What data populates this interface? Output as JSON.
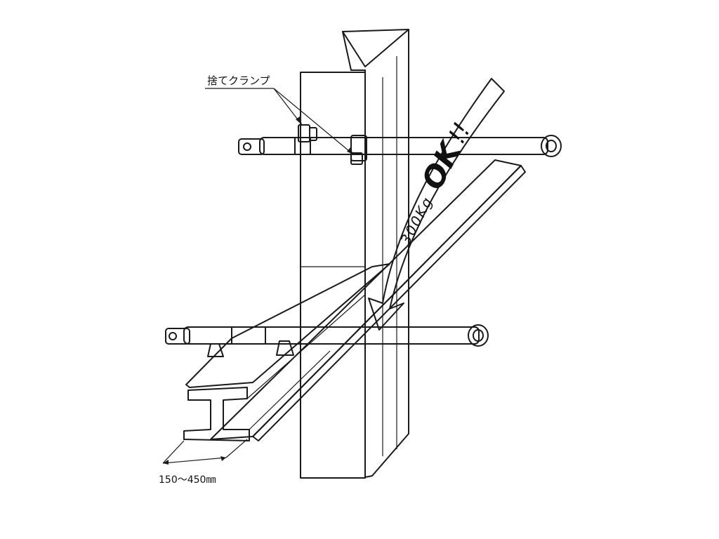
{
  "labels": {
    "clamp": "捨てクランプ",
    "load": "300KgOK!!",
    "load_parts": {
      "weight": "300Kg",
      "ok": "OK",
      "bang": "!!"
    },
    "span": "150～450㎜"
  },
  "colors": {
    "line": "#1a1a1a",
    "shade": "#e6e6e6",
    "shade_light": "#f3f3f3",
    "background": "#ffffff"
  }
}
